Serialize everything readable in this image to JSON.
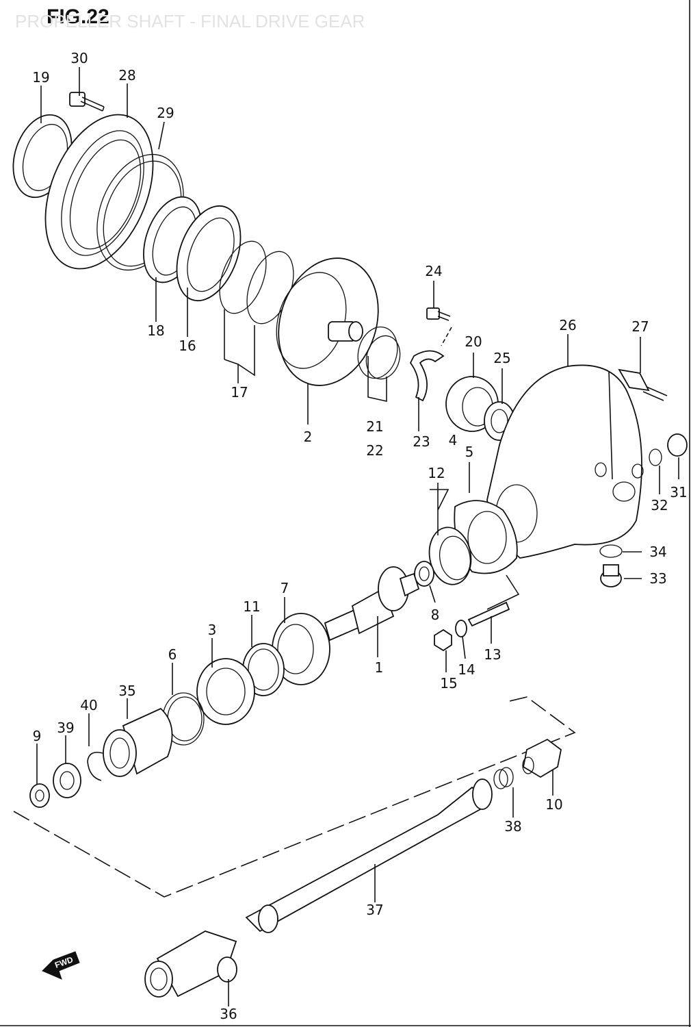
{
  "figure": {
    "title": "FIG.22",
    "subtitle": "PROPELLER SHAFT - FINAL DRIVE GEAR",
    "direction_badge": "FWD"
  },
  "callouts": {
    "c1": "1",
    "c2": "2",
    "c3": "3",
    "c4": "4",
    "c5": "5",
    "c6": "6",
    "c7": "7",
    "c8": "8",
    "c9": "9",
    "c10": "10",
    "c11": "11",
    "c12": "12",
    "c13": "13",
    "c14": "14",
    "c15": "15",
    "c16": "16",
    "c17": "17",
    "c18": "18",
    "c19": "19",
    "c20": "20",
    "c21": "21",
    "c22": "22",
    "c23": "23",
    "c24": "24",
    "c25": "25",
    "c26": "26",
    "c27": "27",
    "c28": "28",
    "c29": "29",
    "c30": "30",
    "c31": "31",
    "c32": "32",
    "c33": "33",
    "c34": "34",
    "c35": "35",
    "c36": "36",
    "c37": "37",
    "c38": "38",
    "c39": "39",
    "c40": "40"
  },
  "icons": {
    "fwd": "fwd-arrow-icon"
  }
}
